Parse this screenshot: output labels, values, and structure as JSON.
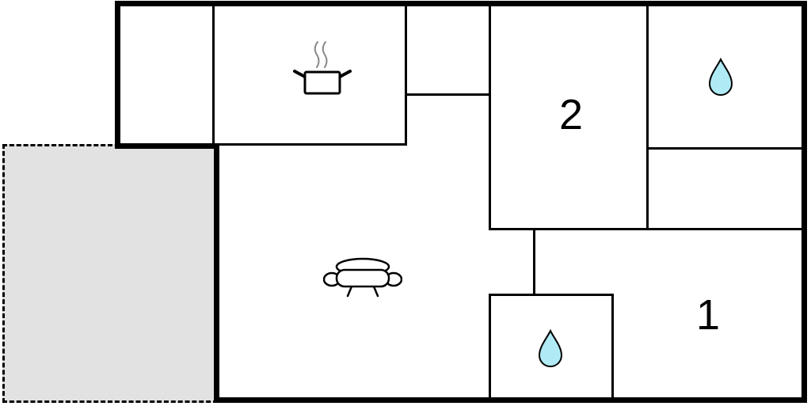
{
  "meta": {
    "type": "apartment-floor-plan"
  },
  "rooms": {
    "bedroom2": {
      "label": "2"
    },
    "bedroom1": {
      "label": "1"
    }
  },
  "icons": {
    "kitchen": "cooking-pot-icon",
    "living_room": "sofa-icon",
    "bathroom_top": "water-drop-icon",
    "bathroom_bottom": "water-drop-icon"
  },
  "colors": {
    "wall": "#000000",
    "background": "#ffffff",
    "terrace_fill": "#e2e2e2",
    "water_drop_fill": "#b0ebf5",
    "steam_stroke": "#888888"
  }
}
